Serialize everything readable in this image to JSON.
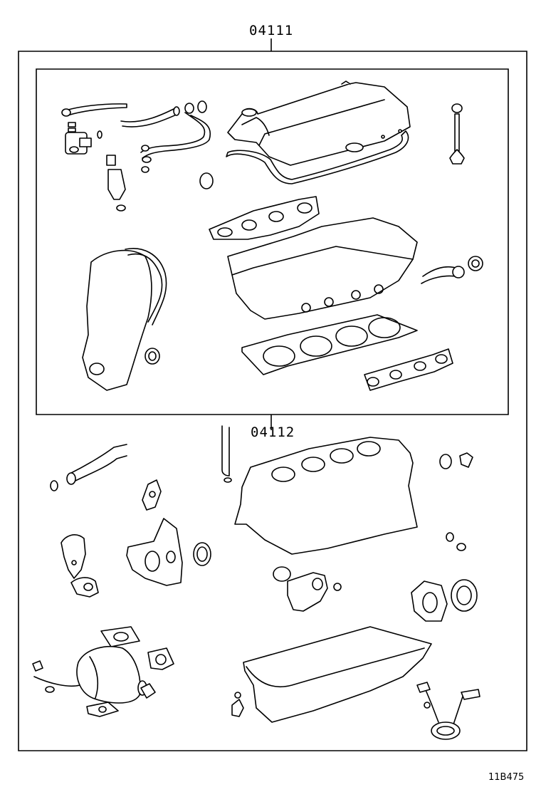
{
  "diagram": {
    "kit_label_main": "04111",
    "kit_label_sub": "04112",
    "figure_code": "11B475"
  },
  "icons": {
    "head_gasket_kit": "head-gasket-kit-icon",
    "short_block_kit": "engine-overhaul-kit-icon"
  }
}
